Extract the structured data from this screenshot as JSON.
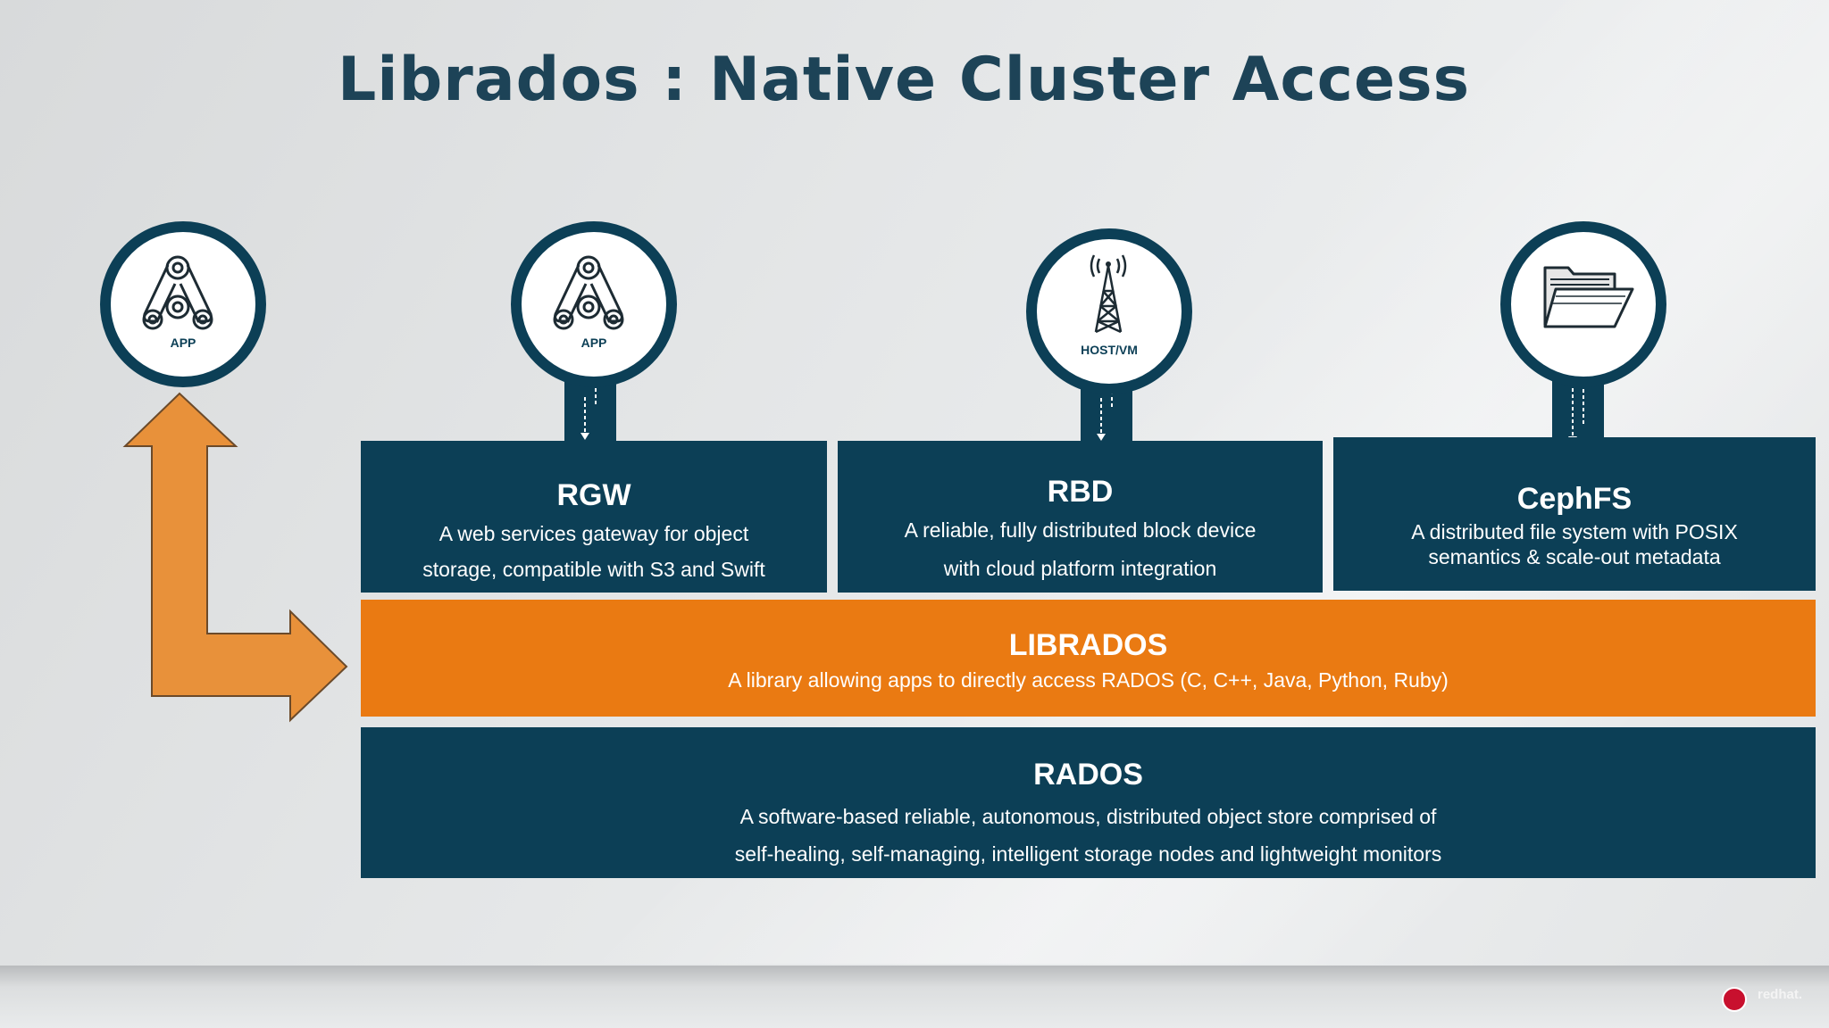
{
  "title": "Librados : Native Cluster Access",
  "icons": {
    "app1": {
      "label": "APP",
      "icon": "app-icon"
    },
    "app2": {
      "label": "APP",
      "icon": "app-icon"
    },
    "host": {
      "label": "HOST/VM",
      "icon": "antenna-tower-icon"
    },
    "fs": {
      "label": "",
      "icon": "folder-icon"
    }
  },
  "rgw": {
    "name": "RGW",
    "desc1": "A web services gateway for object",
    "desc2": "storage, compatible with S3 and Swift"
  },
  "rbd": {
    "name": "RBD",
    "desc1": "A reliable, fully distributed block device",
    "desc2": "with cloud platform integration"
  },
  "cephfs": {
    "name": "CephFS",
    "desc1": "A distributed file system with POSIX",
    "desc2": "semantics & scale-out metadata"
  },
  "librados": {
    "name": "LIBRADOS",
    "desc": "A library allowing apps to directly access RADOS (C, C++, Java, Python, Ruby)"
  },
  "rados": {
    "name": "RADOS",
    "desc1": "A software-based reliable, autonomous, distributed object store comprised of",
    "desc2": "self-healing, self-managing, intelligent storage nodes and lightweight monitors"
  },
  "brand": {
    "text": "redhat."
  },
  "colors": {
    "dark": "#0c3f56",
    "orange": "#ea7a12",
    "arrow": "#e8913a"
  }
}
